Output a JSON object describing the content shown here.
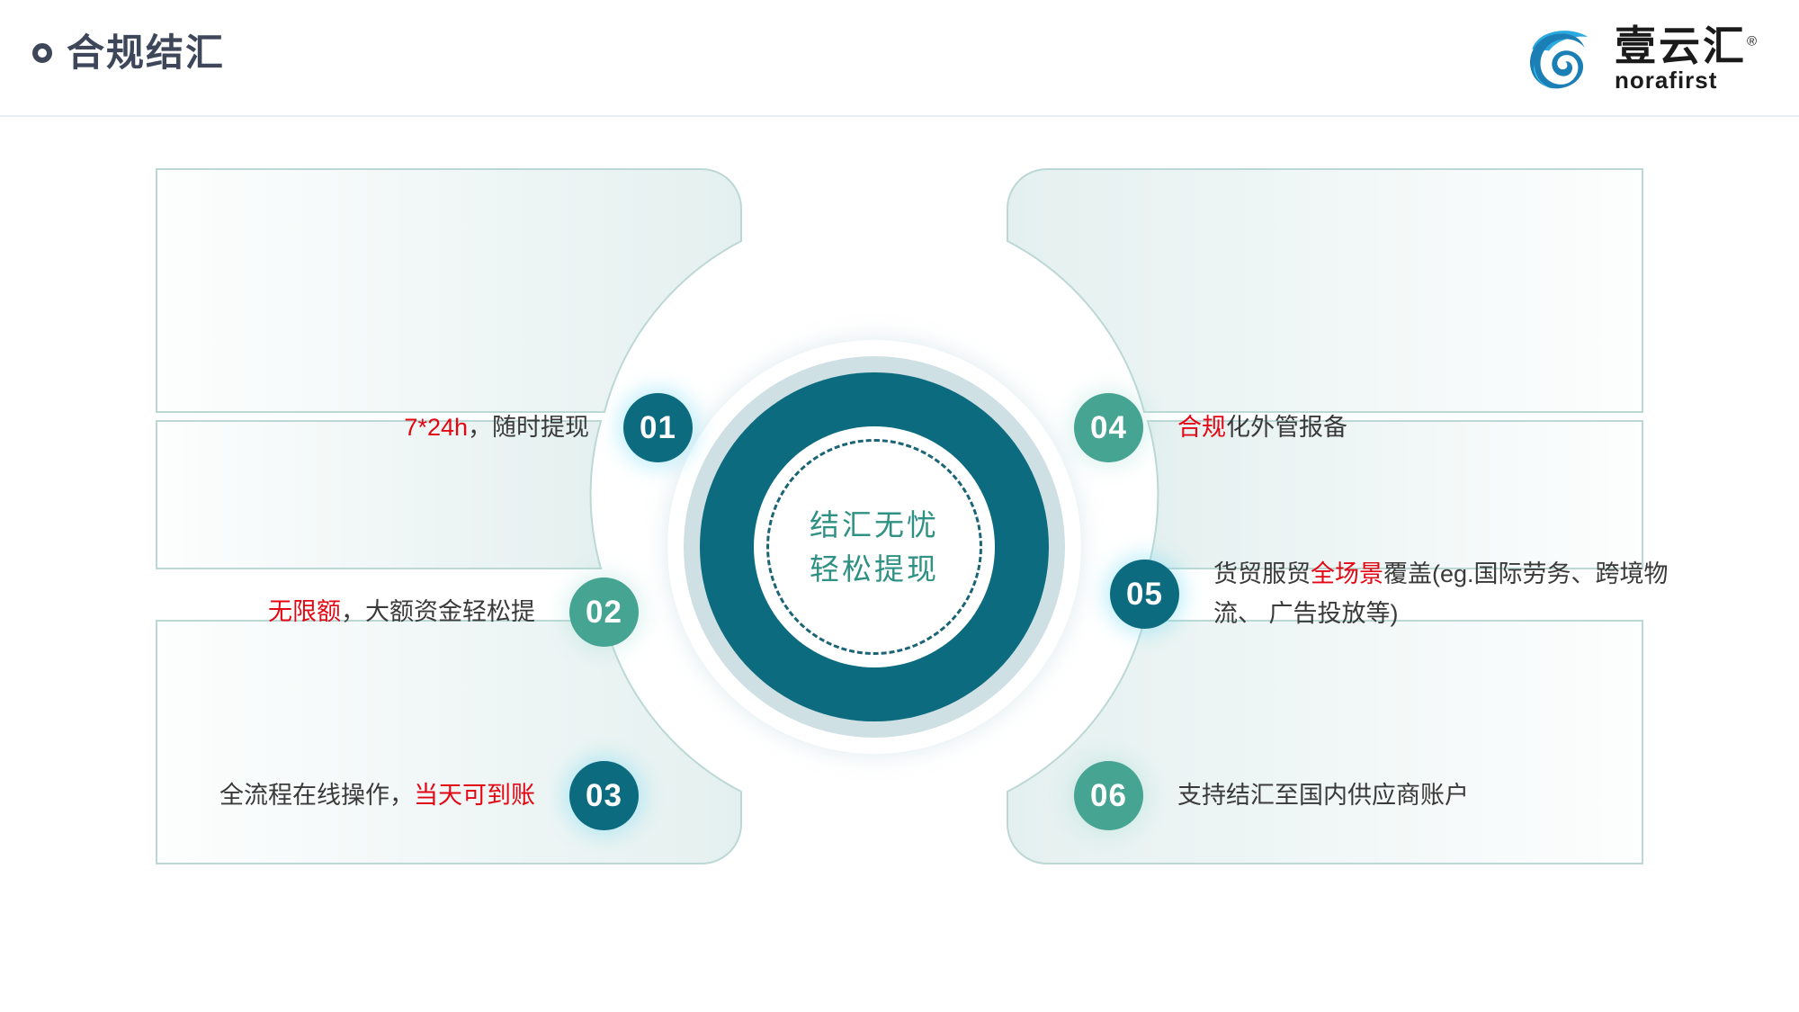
{
  "header": {
    "title": "合规结汇",
    "bullet_icon": "ring-bullet-icon"
  },
  "logo": {
    "mark_icon": "norafirst-spiral-logo-icon",
    "chinese_name": "壹云汇",
    "registered_mark": "®",
    "english_name": "norafirst"
  },
  "hub": {
    "line1": "结汇无忧",
    "line2": "轻松提现"
  },
  "colors": {
    "dark_teal": "#0c6b7f",
    "green_teal": "#45a492",
    "accent_red": "#e30613",
    "hub_text": "#2f9184",
    "title_gray": "#3d4759",
    "body_gray": "#3a3a3a",
    "panel_border": "#bcd8d5"
  },
  "items": [
    {
      "number": "01",
      "side": "left",
      "badge_color": "dark",
      "segments": [
        {
          "text": "7*24h",
          "highlight": true
        },
        {
          "text": "，随时提现",
          "highlight": false
        }
      ]
    },
    {
      "number": "02",
      "side": "left",
      "badge_color": "green",
      "segments": [
        {
          "text": "无限额",
          "highlight": true
        },
        {
          "text": "，大额资金轻松提",
          "highlight": false
        }
      ]
    },
    {
      "number": "03",
      "side": "left",
      "badge_color": "dark",
      "segments": [
        {
          "text": "全流程在线操作，",
          "highlight": false
        },
        {
          "text": "当天可到账",
          "highlight": true
        }
      ]
    },
    {
      "number": "04",
      "side": "right",
      "badge_color": "green",
      "segments": [
        {
          "text": "合规",
          "highlight": true
        },
        {
          "text": "化外管报备",
          "highlight": false
        }
      ]
    },
    {
      "number": "05",
      "side": "right",
      "badge_color": "dark",
      "segments": [
        {
          "text": "货贸服贸",
          "highlight": false
        },
        {
          "text": "全场景",
          "highlight": true
        },
        {
          "text": "覆盖(eg.国际劳务、跨境物流、 广告投放等)",
          "highlight": false
        }
      ]
    },
    {
      "number": "06",
      "side": "right",
      "badge_color": "green",
      "segments": [
        {
          "text": "支持结汇至国内供应商账户",
          "highlight": false
        }
      ]
    }
  ]
}
